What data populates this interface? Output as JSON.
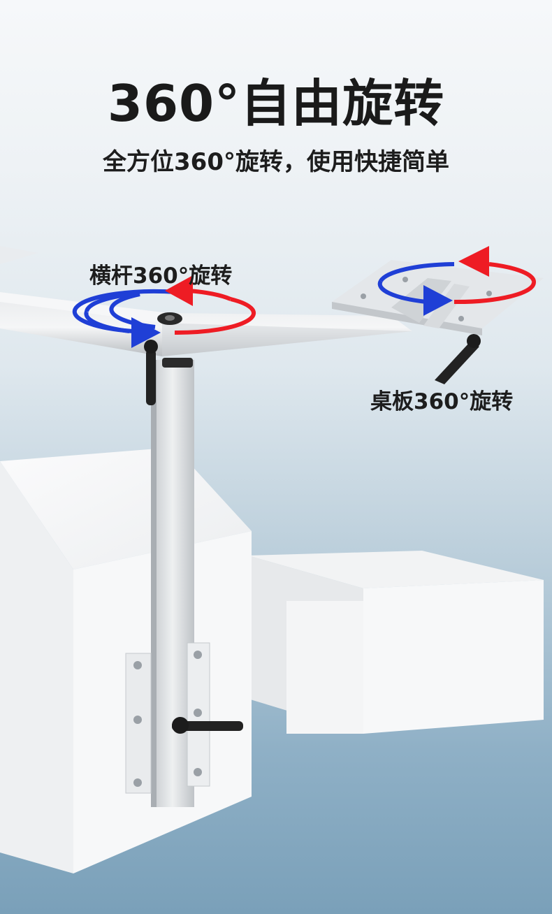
{
  "title": "360°自由旋转",
  "subtitle": "全方位360°旋转，使用快捷简单",
  "labels": {
    "crossbar": "横杆360°旋转",
    "tabletop": "桌板360°旋转"
  },
  "colors": {
    "arrow_red": "#ee1c24",
    "arrow_blue": "#1f3fd6",
    "aluminum": "#d6d9dc",
    "background_top": "#f6f8fa",
    "background_bottom": "#7aa0b9"
  }
}
